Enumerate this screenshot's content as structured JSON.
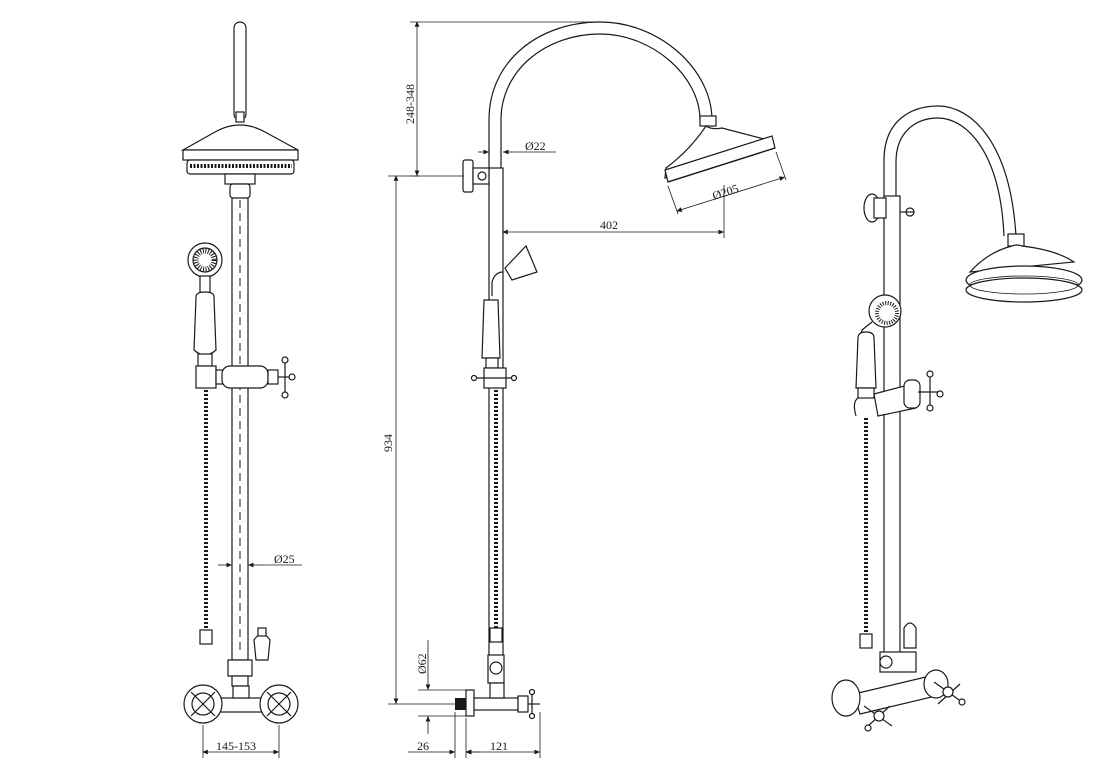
{
  "dimensions": {
    "front_pipe_diameter": "25",
    "front_inlet_spacing": "145-153",
    "side_arm_height": "248-348",
    "side_pipe_diameter": "22",
    "side_head_diameter": "205",
    "side_arm_reach": "402",
    "side_total_height": "934",
    "side_inlet_diameter": "62",
    "side_wall_offset": "26",
    "side_mixer_depth": "121"
  },
  "symbols": {
    "diameter": "Ø"
  },
  "colors": {
    "line": "#1a1a1a",
    "background": "#ffffff"
  }
}
